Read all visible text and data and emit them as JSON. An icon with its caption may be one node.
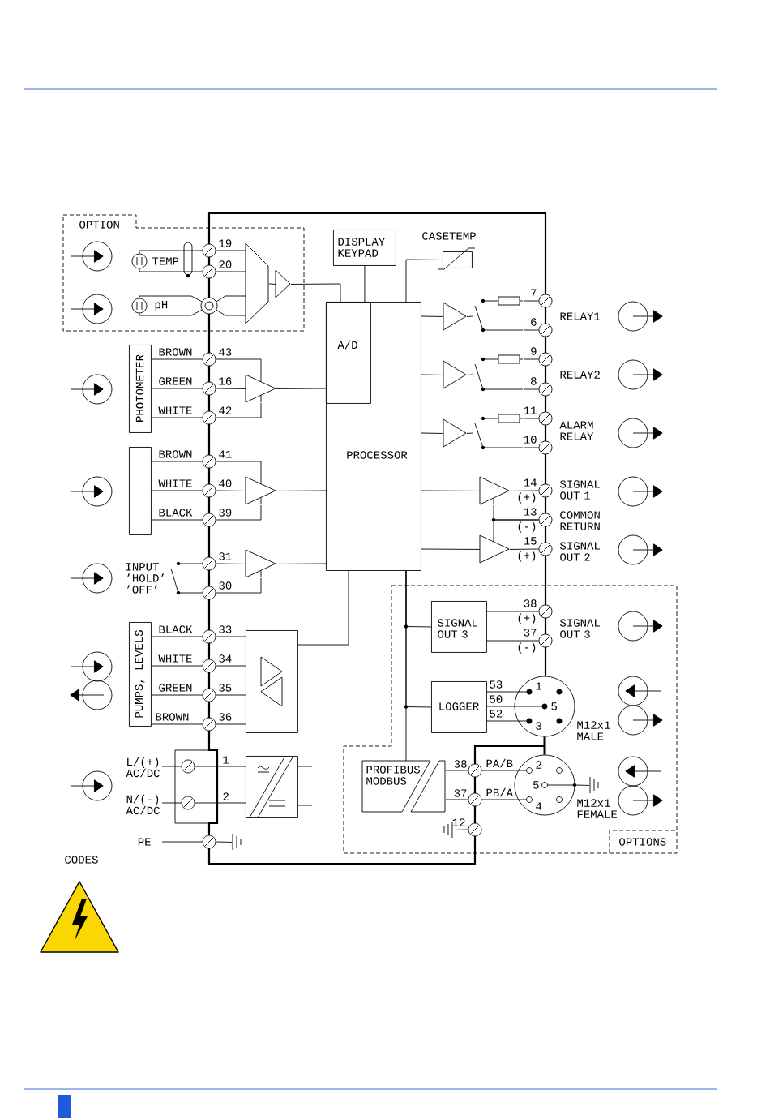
{
  "diagram": {
    "nodes": [
      {
        "text": [
          "OPTION"
        ]
      },
      {
        "text": [
          "DISPLAY KEYPAD"
        ]
      },
      {
        "text": [
          "CASETEMP"
        ]
      },
      {
        "text": [
          "PROCESSOR"
        ]
      },
      {
        "text": [
          "A/D"
        ],
        "in": 3
      },
      {
        "text": [
          "PHOTOMETER"
        ]
      },
      {
        "text": [],
        "shape": "box"
      },
      {
        "text": [
          "PUMPS, LEVELS"
        ]
      },
      {
        "text": [],
        "shape": "box"
      },
      {
        "text": [],
        "shape": "box"
      },
      {
        "text": [
          "OPTIONS"
        ]
      },
      {
        "text": [
          "SIGNAL OUT 3"
        ],
        "in": 10
      },
      {
        "text": [
          "LOGGER"
        ],
        "in": 10
      },
      {
        "text": [
          "PROFIBUS MODBUS"
        ],
        "in": 10
      },
      {
        "text": [],
        "shape": "circle",
        "in": 10,
        "beside": [
          "M12x1 MALE"
        ]
      },
      {
        "text": [],
        "shape": "circle",
        "in": 10,
        "beside": [
          "M12x1 FEMALE"
        ]
      },
      {
        "text": [],
        "shape": "circle",
        "in": 0,
        "beside": [
          "19"
        ]
      },
      {
        "text": [],
        "shape": "circle",
        "in": 0,
        "beside": [
          "20"
        ]
      },
      {
        "text": [],
        "shape": "circle",
        "in": 0
      },
      {
        "text": [],
        "shape": "circle",
        "beside": [
          "43"
        ]
      },
      {
        "text": [],
        "shape": "circle",
        "beside": [
          "16"
        ]
      },
      {
        "text": [],
        "shape": "circle",
        "beside": [
          "42"
        ]
      },
      {
        "text": [],
        "shape": "circle",
        "beside": [
          "41"
        ]
      },
      {
        "text": [],
        "shape": "circle",
        "beside": [
          "40"
        ]
      },
      {
        "text": [],
        "shape": "circle",
        "beside": [
          "39"
        ]
      },
      {
        "text": [],
        "shape": "circle",
        "beside": [
          "31"
        ]
      },
      {
        "text": [],
        "shape": "circle",
        "beside": [
          "30"
        ]
      },
      {
        "text": [],
        "shape": "circle",
        "beside": [
          "33"
        ]
      },
      {
        "text": [],
        "shape": "circle",
        "beside": [
          "34"
        ]
      },
      {
        "text": [],
        "shape": "circle",
        "beside": [
          "35"
        ]
      },
      {
        "text": [],
        "shape": "circle",
        "beside": [
          "36"
        ]
      },
      {
        "text": [],
        "shape": "circle"
      },
      {
        "text": [],
        "shape": "circle"
      },
      {
        "text": [],
        "shape": "circle"
      },
      {
        "text": [],
        "shape": "circle",
        "beside": [
          "7"
        ]
      },
      {
        "text": [],
        "shape": "circle",
        "beside": [
          "6"
        ]
      },
      {
        "text": [],
        "shape": "circle",
        "beside": [
          "9"
        ]
      },
      {
        "text": [],
        "shape": "circle",
        "beside": [
          "8"
        ]
      },
      {
        "text": [],
        "shape": "circle",
        "beside": [
          "11"
        ]
      },
      {
        "text": [],
        "shape": "circle",
        "beside": [
          "10"
        ]
      },
      {
        "text": [],
        "shape": "circle",
        "beside": [
          "14",
          "(+)"
        ]
      },
      {
        "text": [],
        "shape": "circle",
        "beside": [
          "13",
          "(-)"
        ]
      },
      {
        "text": [],
        "shape": "circle",
        "beside": [
          "15",
          "(+)"
        ]
      },
      {
        "text": [],
        "shape": "circle",
        "in": 10,
        "beside": [
          "38",
          "(+)"
        ]
      },
      {
        "text": [],
        "shape": "circle",
        "in": 10,
        "beside": [
          "37",
          "(-)"
        ]
      },
      {
        "text": [],
        "shape": "circle",
        "in": 10,
        "beside": [
          "38"
        ]
      },
      {
        "text": [],
        "shape": "circle",
        "in": 10,
        "beside": [
          "37"
        ]
      },
      {
        "text": [],
        "shape": "circle",
        "in": 10,
        "beside": [
          "12"
        ]
      },
      {
        "text": [],
        "shape": "circle",
        "in": 0,
        "beside": [
          "TEMP"
        ]
      },
      {
        "text": [],
        "shape": "circle",
        "in": 0,
        "beside": [
          "pH"
        ]
      },
      {
        "text": [],
        "shape": "trapezoid",
        "in": 0
      },
      {
        "text": [],
        "shape": "triangle",
        "in": 0
      },
      {
        "text": [],
        "shape": "triangle"
      },
      {
        "text": [],
        "shape": "triangle"
      },
      {
        "text": [],
        "shape": "triangle"
      },
      {
        "text": [],
        "shape": "triangle"
      },
      {
        "text": [],
        "shape": "triangle"
      },
      {
        "text": [],
        "shape": "triangle"
      },
      {
        "text": [],
        "shape": "triangle"
      },
      {
        "text": [],
        "shape": "triangle"
      },
      {
        "text": [],
        "shape": "switch"
      },
      {
        "text": [],
        "shape": "switch"
      },
      {
        "text": [],
        "shape": "switch"
      },
      {
        "text": [],
        "shape": "switch"
      },
      {
        "text": [],
        "shape": "ground"
      },
      {
        "text": [],
        "shape": "ground",
        "in": 10
      },
      {
        "text": [],
        "shape": "ground",
        "in": 10
      }
    ],
    "edges": [
      {
        "from": 1,
        "to": 3,
        "arrow": "none"
      },
      {
        "from": 2,
        "to": 3,
        "arrow": "none"
      },
      {
        "from": 8,
        "to": 3,
        "arrow": "none"
      },
      {
        "from": 3,
        "to": 11,
        "arrow": "none"
      },
      {
        "from": 3,
        "to": 12,
        "arrow": "none"
      },
      {
        "from": 3,
        "to": 13,
        "arrow": "none"
      },
      {
        "from": 48,
        "to": 16,
        "arrow": "none"
      },
      {
        "from": 48,
        "to": 17,
        "arrow": "none"
      },
      {
        "from": 49,
        "to": 18,
        "arrow": "none"
      },
      {
        "from": 49,
        "to": 18,
        "arrow": "none"
      },
      {
        "from": 16,
        "to": 50,
        "arrow": "none"
      },
      {
        "from": 17,
        "to": 50,
        "arrow": "none"
      },
      {
        "from": 18,
        "to": 50,
        "arrow": "none"
      },
      {
        "from": 18,
        "to": 50,
        "arrow": "none"
      },
      {
        "from": 50,
        "to": 51,
        "arrow": "none"
      },
      {
        "from": 51,
        "to": 4,
        "arrow": "none"
      },
      {
        "from": 5,
        "to": 19,
        "arrow": "none",
        "label": "BROWN"
      },
      {
        "from": 5,
        "to": 20,
        "arrow": "none",
        "label": "GREEN"
      },
      {
        "from": 5,
        "to": 21,
        "arrow": "none",
        "label": "WHITE"
      },
      {
        "from": 19,
        "to": 52,
        "arrow": "none"
      },
      {
        "from": 20,
        "to": 52,
        "arrow": "none"
      },
      {
        "from": 21,
        "to": 52,
        "arrow": "none"
      },
      {
        "from": 52,
        "to": 4,
        "arrow": "none"
      },
      {
        "from": 6,
        "to": 22,
        "arrow": "none",
        "label": "BROWN"
      },
      {
        "from": 6,
        "to": 23,
        "arrow": "none",
        "label": "WHITE"
      },
      {
        "from": 6,
        "to": 24,
        "arrow": "none",
        "label": "BLACK"
      },
      {
        "from": 22,
        "to": 53,
        "arrow": "none"
      },
      {
        "from": 23,
        "to": 53,
        "arrow": "none"
      },
      {
        "from": 24,
        "to": 53,
        "arrow": "none"
      },
      {
        "from": 53,
        "to": 3,
        "arrow": "none"
      },
      {
        "from": 63,
        "to": 25,
        "arrow": "none"
      },
      {
        "from": 63,
        "to": 26,
        "arrow": "none"
      },
      {
        "from": 25,
        "to": 54,
        "arrow": "none"
      },
      {
        "from": 26,
        "to": 54,
        "arrow": "none"
      },
      {
        "from": 54,
        "to": 3,
        "arrow": "none"
      },
      {
        "from": 7,
        "to": 27,
        "arrow": "none",
        "label": "BLACK"
      },
      {
        "from": 7,
        "to": 28,
        "arrow": "none",
        "label": "WHITE"
      },
      {
        "from": 7,
        "to": 29,
        "arrow": "none",
        "label": "GREEN"
      },
      {
        "from": 7,
        "to": 30,
        "arrow": "none",
        "label": "BROWN"
      },
      {
        "from": 27,
        "to": 8,
        "arrow": "none"
      },
      {
        "from": 28,
        "to": 8,
        "arrow": "none"
      },
      {
        "from": 29,
        "to": 8,
        "arrow": "none"
      },
      {
        "from": 30,
        "to": 8,
        "arrow": "none"
      },
      {
        "from": null,
        "to": 31,
        "arrow": "none",
        "label": "L/(+) AC/DC"
      },
      {
        "from": null,
        "to": 32,
        "arrow": "none",
        "label": "N/(-) AC/DC"
      },
      {
        "from": 31,
        "to": 9,
        "arrow": "none",
        "label": "1"
      },
      {
        "from": 32,
        "to": 9,
        "arrow": "none",
        "label": "2"
      },
      {
        "from": 9,
        "to": null,
        "arrow": "none"
      },
      {
        "from": 9,
        "to": null,
        "arrow": "none"
      },
      {
        "from": null,
        "to": 33,
        "arrow": "none",
        "label": "PE"
      },
      {
        "from": 33,
        "to": 64,
        "arrow": "none"
      },
      {
        "from": 3,
        "to": 55,
        "arrow": "none"
      },
      {
        "from": 55,
        "to": 60,
        "arrow": "none"
      },
      {
        "from": 60,
        "to": 34,
        "arrow": "none"
      },
      {
        "from": 60,
        "to": 35,
        "arrow": "none"
      },
      {
        "from": 3,
        "to": 56,
        "arrow": "none"
      },
      {
        "from": 56,
        "to": 61,
        "arrow": "none"
      },
      {
        "from": 61,
        "to": 36,
        "arrow": "none"
      },
      {
        "from": 61,
        "to": 37,
        "arrow": "none"
      },
      {
        "from": 3,
        "to": 57,
        "arrow": "none"
      },
      {
        "from": 57,
        "to": 62,
        "arrow": "none"
      },
      {
        "from": 62,
        "to": 38,
        "arrow": "none"
      },
      {
        "from": 62,
        "to": 39,
        "arrow": "none"
      },
      {
        "from": 3,
        "to": 58,
        "arrow": "none"
      },
      {
        "from": 58,
        "to": 40,
        "arrow": "none"
      },
      {
        "from": 58,
        "to": 41,
        "arrow": "none"
      },
      {
        "from": 3,
        "to": 59,
        "arrow": "none"
      },
      {
        "from": 59,
        "to": 42,
        "arrow": "none"
      },
      {
        "from": 59,
        "to": 41,
        "arrow": "none"
      },
      {
        "from": 11,
        "to": 43,
        "arrow": "none"
      },
      {
        "from": 11,
        "to": 44,
        "arrow": "none"
      },
      {
        "from": 12,
        "to": 14,
        "arrow": "none",
        "label": "53"
      },
      {
        "from": 12,
        "to": 14,
        "arrow": "none",
        "label": "50"
      },
      {
        "from": 12,
        "to": 14,
        "arrow": "none",
        "label": "52"
      },
      {
        "from": 13,
        "to": 45,
        "arrow": "none"
      },
      {
        "from": 13,
        "to": 46,
        "arrow": "none"
      },
      {
        "from": 45,
        "to": 15,
        "arrow": "none",
        "label": "PA/B"
      },
      {
        "from": 46,
        "to": 15,
        "arrow": "none",
        "label": "PB/A"
      },
      {
        "from": 47,
        "to": 65,
        "arrow": "none"
      },
      {
        "from": 15,
        "to": 66,
        "arrow": "none"
      },
      {
        "from": 14,
        "to": 15,
        "arrow": "none",
        "style": "thick"
      }
    ],
    "labels": [
      "INPUT ’HOLD’ ’OFF’",
      "CODES",
      "RELAY1",
      "RELAY2",
      "ALARM RELAY",
      "SIGNAL OUT 1",
      "COMMON RETURN",
      "SIGNAL OUT 2",
      "SIGNAL OUT 3",
      "1",
      "5",
      "3",
      "2",
      "5",
      "4"
    ]
  }
}
